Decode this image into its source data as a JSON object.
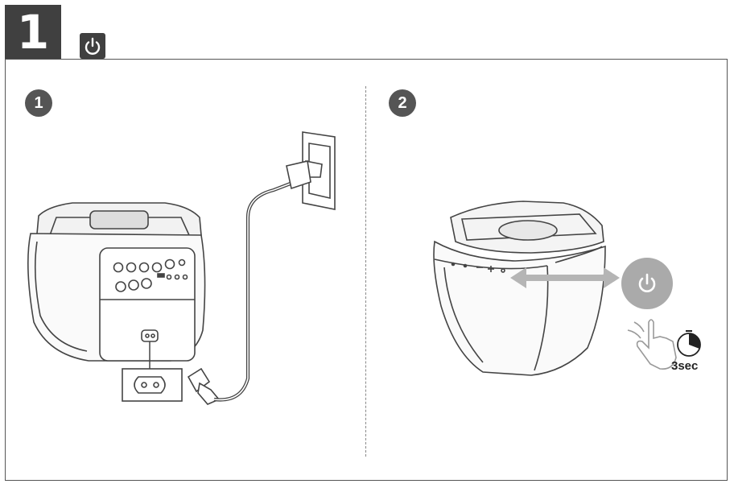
{
  "header": {
    "step_number": "1",
    "icon": "power-icon"
  },
  "panels": [
    {
      "badge": "1",
      "illustration": "speaker-plugged-into-wall-outlet"
    },
    {
      "badge": "2",
      "illustration": "press-and-hold-power-button"
    }
  ],
  "hold_duration": "3sec",
  "colors": {
    "dark_tab": "#404040",
    "badge": "#555555",
    "arrow": "#b5b5b5",
    "power_circle": "#aaaaaa"
  }
}
